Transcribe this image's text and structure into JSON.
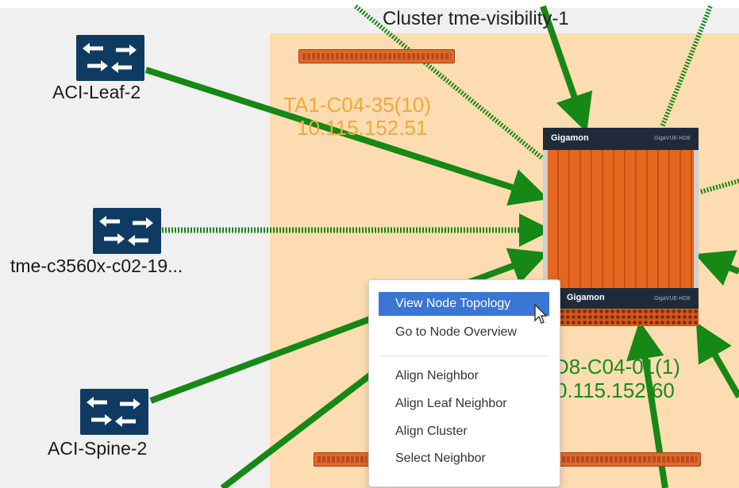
{
  "cluster": {
    "title": "Cluster tme-visibility-1"
  },
  "nodes": [
    {
      "label": "ACI-Leaf-2",
      "icon": "switch-arrows-icon"
    },
    {
      "label": "tme-c3560x-c02-19...",
      "icon": "switch-arrows-icon"
    },
    {
      "label": "ACI-Spine-2",
      "icon": "switch-arrows-icon"
    }
  ],
  "device_a": {
    "name": "TA1-C04-35(10)",
    "ip": "10.115.152.51"
  },
  "device_b": {
    "name": "D8-C04-01(1)",
    "ip": "0.115.152.60",
    "brand": "Gigamon",
    "model": "GigaVUE-HD8"
  },
  "context_menu": {
    "items": [
      {
        "label": "View Node Topology",
        "active": true
      },
      {
        "label": "Go to Node Overview"
      },
      {
        "label": "Align Neighbor"
      },
      {
        "label": "Align Leaf Neighbor"
      },
      {
        "label": "Align Cluster"
      },
      {
        "label": "Select Neighbor"
      }
    ]
  },
  "colors": {
    "link": "#158815",
    "cluster_bg": "#fcdcb0",
    "node_icon": "#0f3b63",
    "menu_highlight": "#3a76d4"
  }
}
